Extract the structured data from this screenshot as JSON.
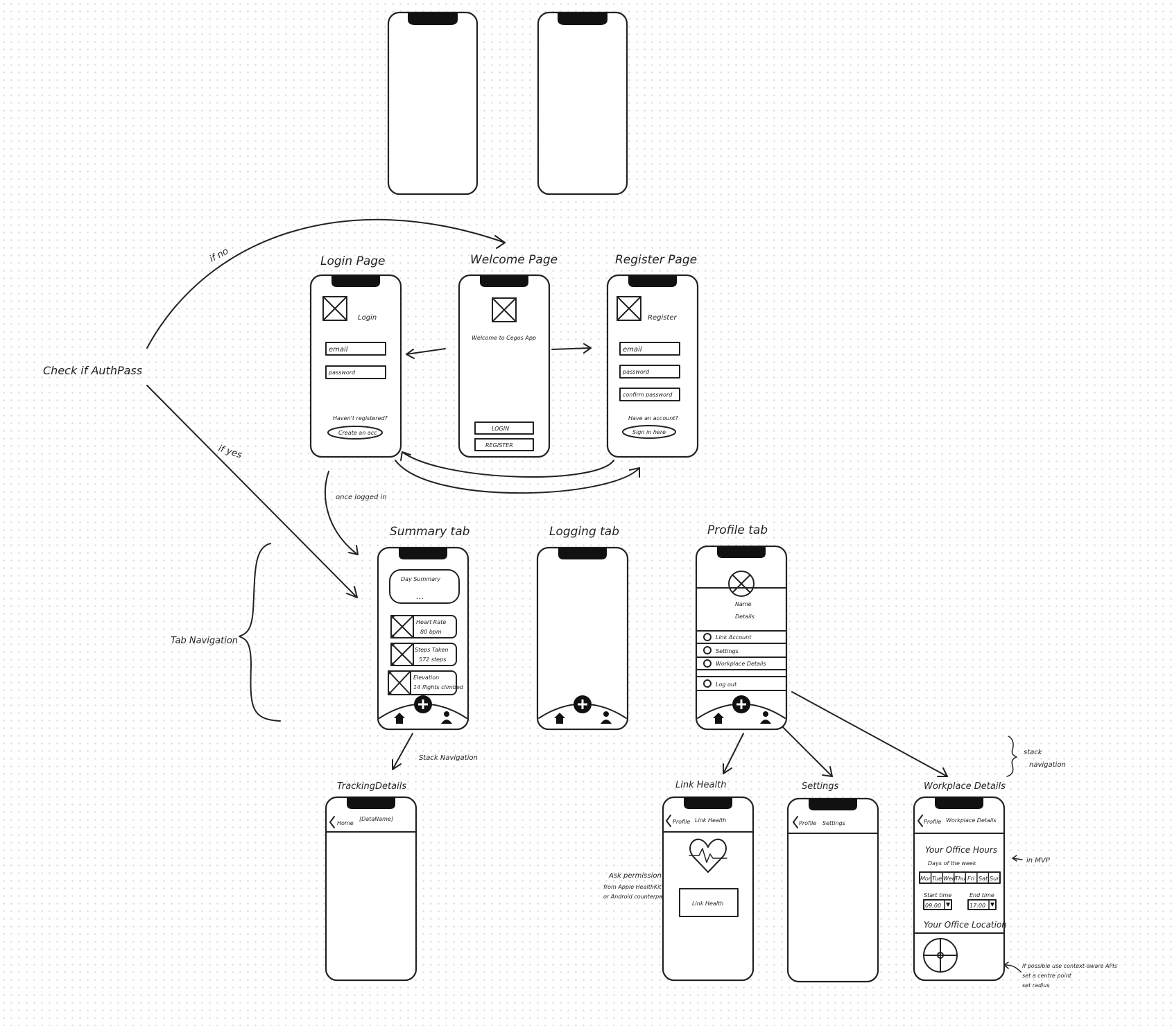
{
  "screens": {
    "login": {
      "title": "Login Page",
      "heading": "Login",
      "email": "email",
      "password": "password",
      "prompt": "Haven't registered?",
      "button": "Create an acc"
    },
    "welcome": {
      "title": "Welcome Page",
      "heading": "Welcome to Cegos App",
      "login_button": "LOGIN",
      "register_button": "REGISTER"
    },
    "register": {
      "title": "Register Page",
      "heading": "Register",
      "email": "email",
      "password": "password",
      "confirm": "confirm password",
      "prompt": "Have an account?",
      "button": "Sign in here"
    },
    "summary": {
      "title": "Summary tab",
      "day_summary": "Day Summary",
      "dots": "...",
      "cards": [
        {
          "label": "Heart Rate",
          "value": "80 bpm"
        },
        {
          "label": "Steps Taken",
          "value": "572 steps"
        },
        {
          "label": "Elevation",
          "value": "14 flights climbed"
        }
      ]
    },
    "logging": {
      "title": "Logging tab"
    },
    "profile": {
      "title": "Profile tab",
      "name": "Name",
      "details": "Details",
      "menu": [
        "Link Account",
        "Settings",
        "Workplace Details",
        "Log out"
      ]
    },
    "tracking": {
      "title": "TrackingDetails",
      "back": "Home",
      "header": "[DataName]"
    },
    "link_health": {
      "title": "Link Health",
      "back": "Profile",
      "header": "Link Health",
      "button": "Link Health"
    },
    "settings": {
      "title": "Settings",
      "back": "Profile",
      "header": "Settings"
    },
    "workplace": {
      "title": "Workplace Details",
      "back": "Profile",
      "header": "Workplace Details",
      "office_hours": "Your Office Hours",
      "days_label": "Days of the week",
      "days": [
        "Mon",
        "Tue",
        "Wed",
        "Thu",
        "Fri",
        "Sat",
        "Sun"
      ],
      "start_label": "Start time",
      "start_value": "09:00",
      "end_label": "End time",
      "end_value": "17:00",
      "location": "Your Office Location"
    }
  },
  "annotations": {
    "check_auth": "Check if AuthPass",
    "if_no": "if no",
    "if_yes": "if yes",
    "once_logged_in": "once logged in",
    "tab_navigation": "Tab Navigation",
    "stack_navigation": "Stack Navigation",
    "stack_navigation_right": [
      "stack",
      "navigation"
    ],
    "in_mvp": "in MVP",
    "ask_permission": [
      "Ask permission",
      "from Apple HealthKit API",
      "or Android counterpart"
    ],
    "location_note": [
      "If possible use context-aware APIs",
      "set a centre point",
      "set radius"
    ]
  }
}
